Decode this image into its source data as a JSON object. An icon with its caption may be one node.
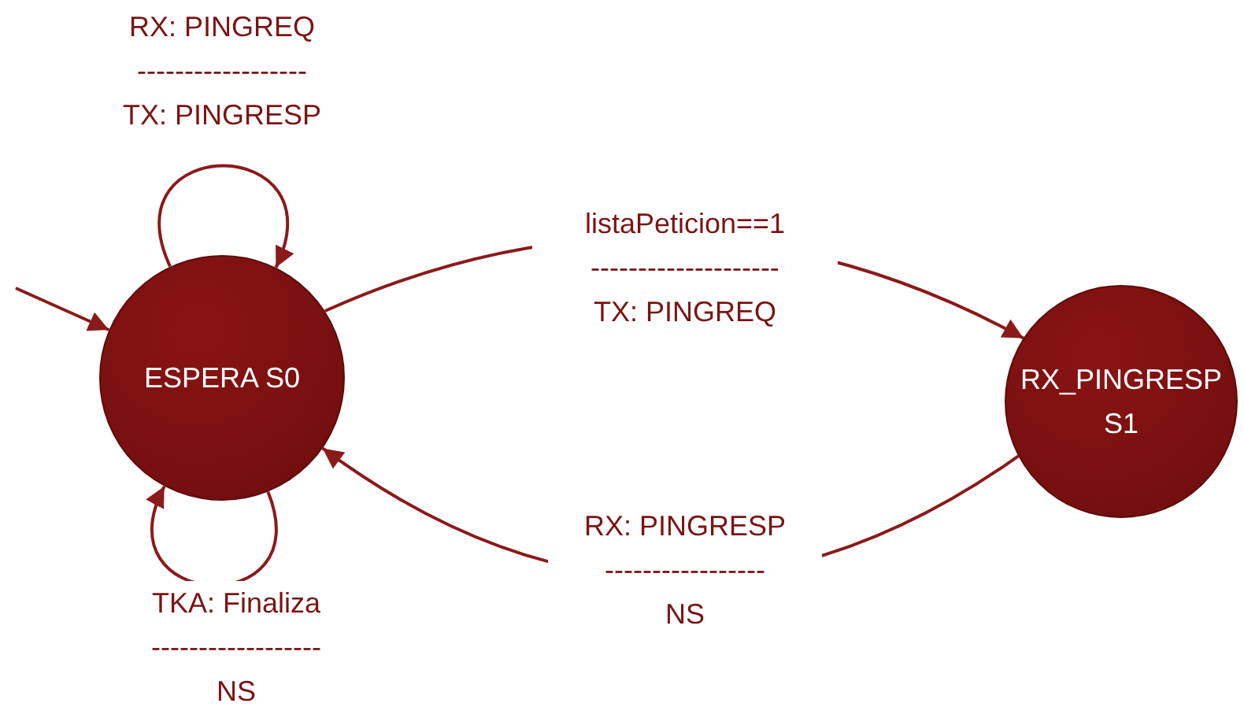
{
  "diagram": {
    "nodes": [
      {
        "text": [
          "ESPERA S0"
        ]
      },
      {
        "text": [
          "RX_PINGRESP S1"
        ]
      }
    ],
    "edges": [
      {
        "from": null,
        "to": 0,
        "arrow": "to"
      },
      {
        "from": 0,
        "to": 0,
        "arrow": "to",
        "label": "RX: PINGREQ ------------------ TX: PINGRESP"
      },
      {
        "from": 0,
        "to": 1,
        "arrow": "to",
        "label": "listaPeticion==1 -------------------- TX: PINGREQ"
      },
      {
        "from": 1,
        "to": 0,
        "arrow": "to",
        "label": "RX: PINGRESP ----------------- NS"
      },
      {
        "from": 0,
        "to": 0,
        "arrow": "to",
        "label": "TKA: Finaliza ------------------ NS"
      }
    ]
  }
}
